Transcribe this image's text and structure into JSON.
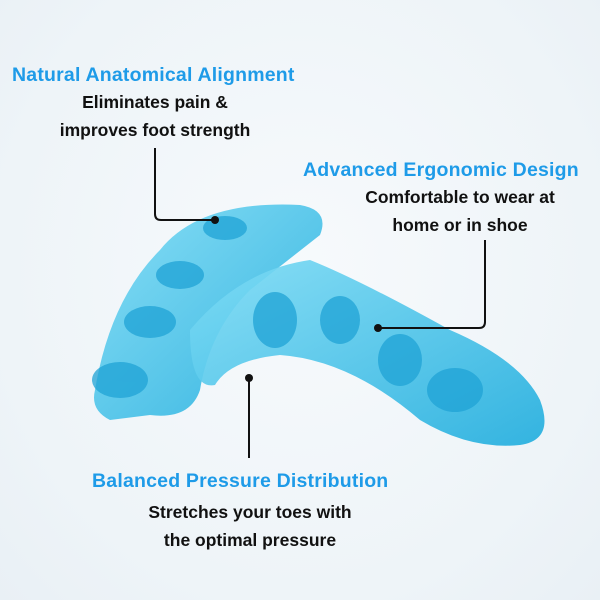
{
  "callouts": [
    {
      "title": "Natural Anatomical Alignment",
      "lines": [
        "Eliminates pain &",
        "improves foot strength"
      ]
    },
    {
      "title": "Advanced Ergonomic Design",
      "lines": [
        "Comfortable to wear at",
        "home or in shoe"
      ]
    },
    {
      "title": "Balanced Pressure Distribution",
      "lines": [
        "Stretches your toes with",
        "the optimal pressure"
      ]
    }
  ],
  "colors": {
    "accent": "#1e9be8",
    "product": "#3cc3ea",
    "text": "#111111"
  }
}
